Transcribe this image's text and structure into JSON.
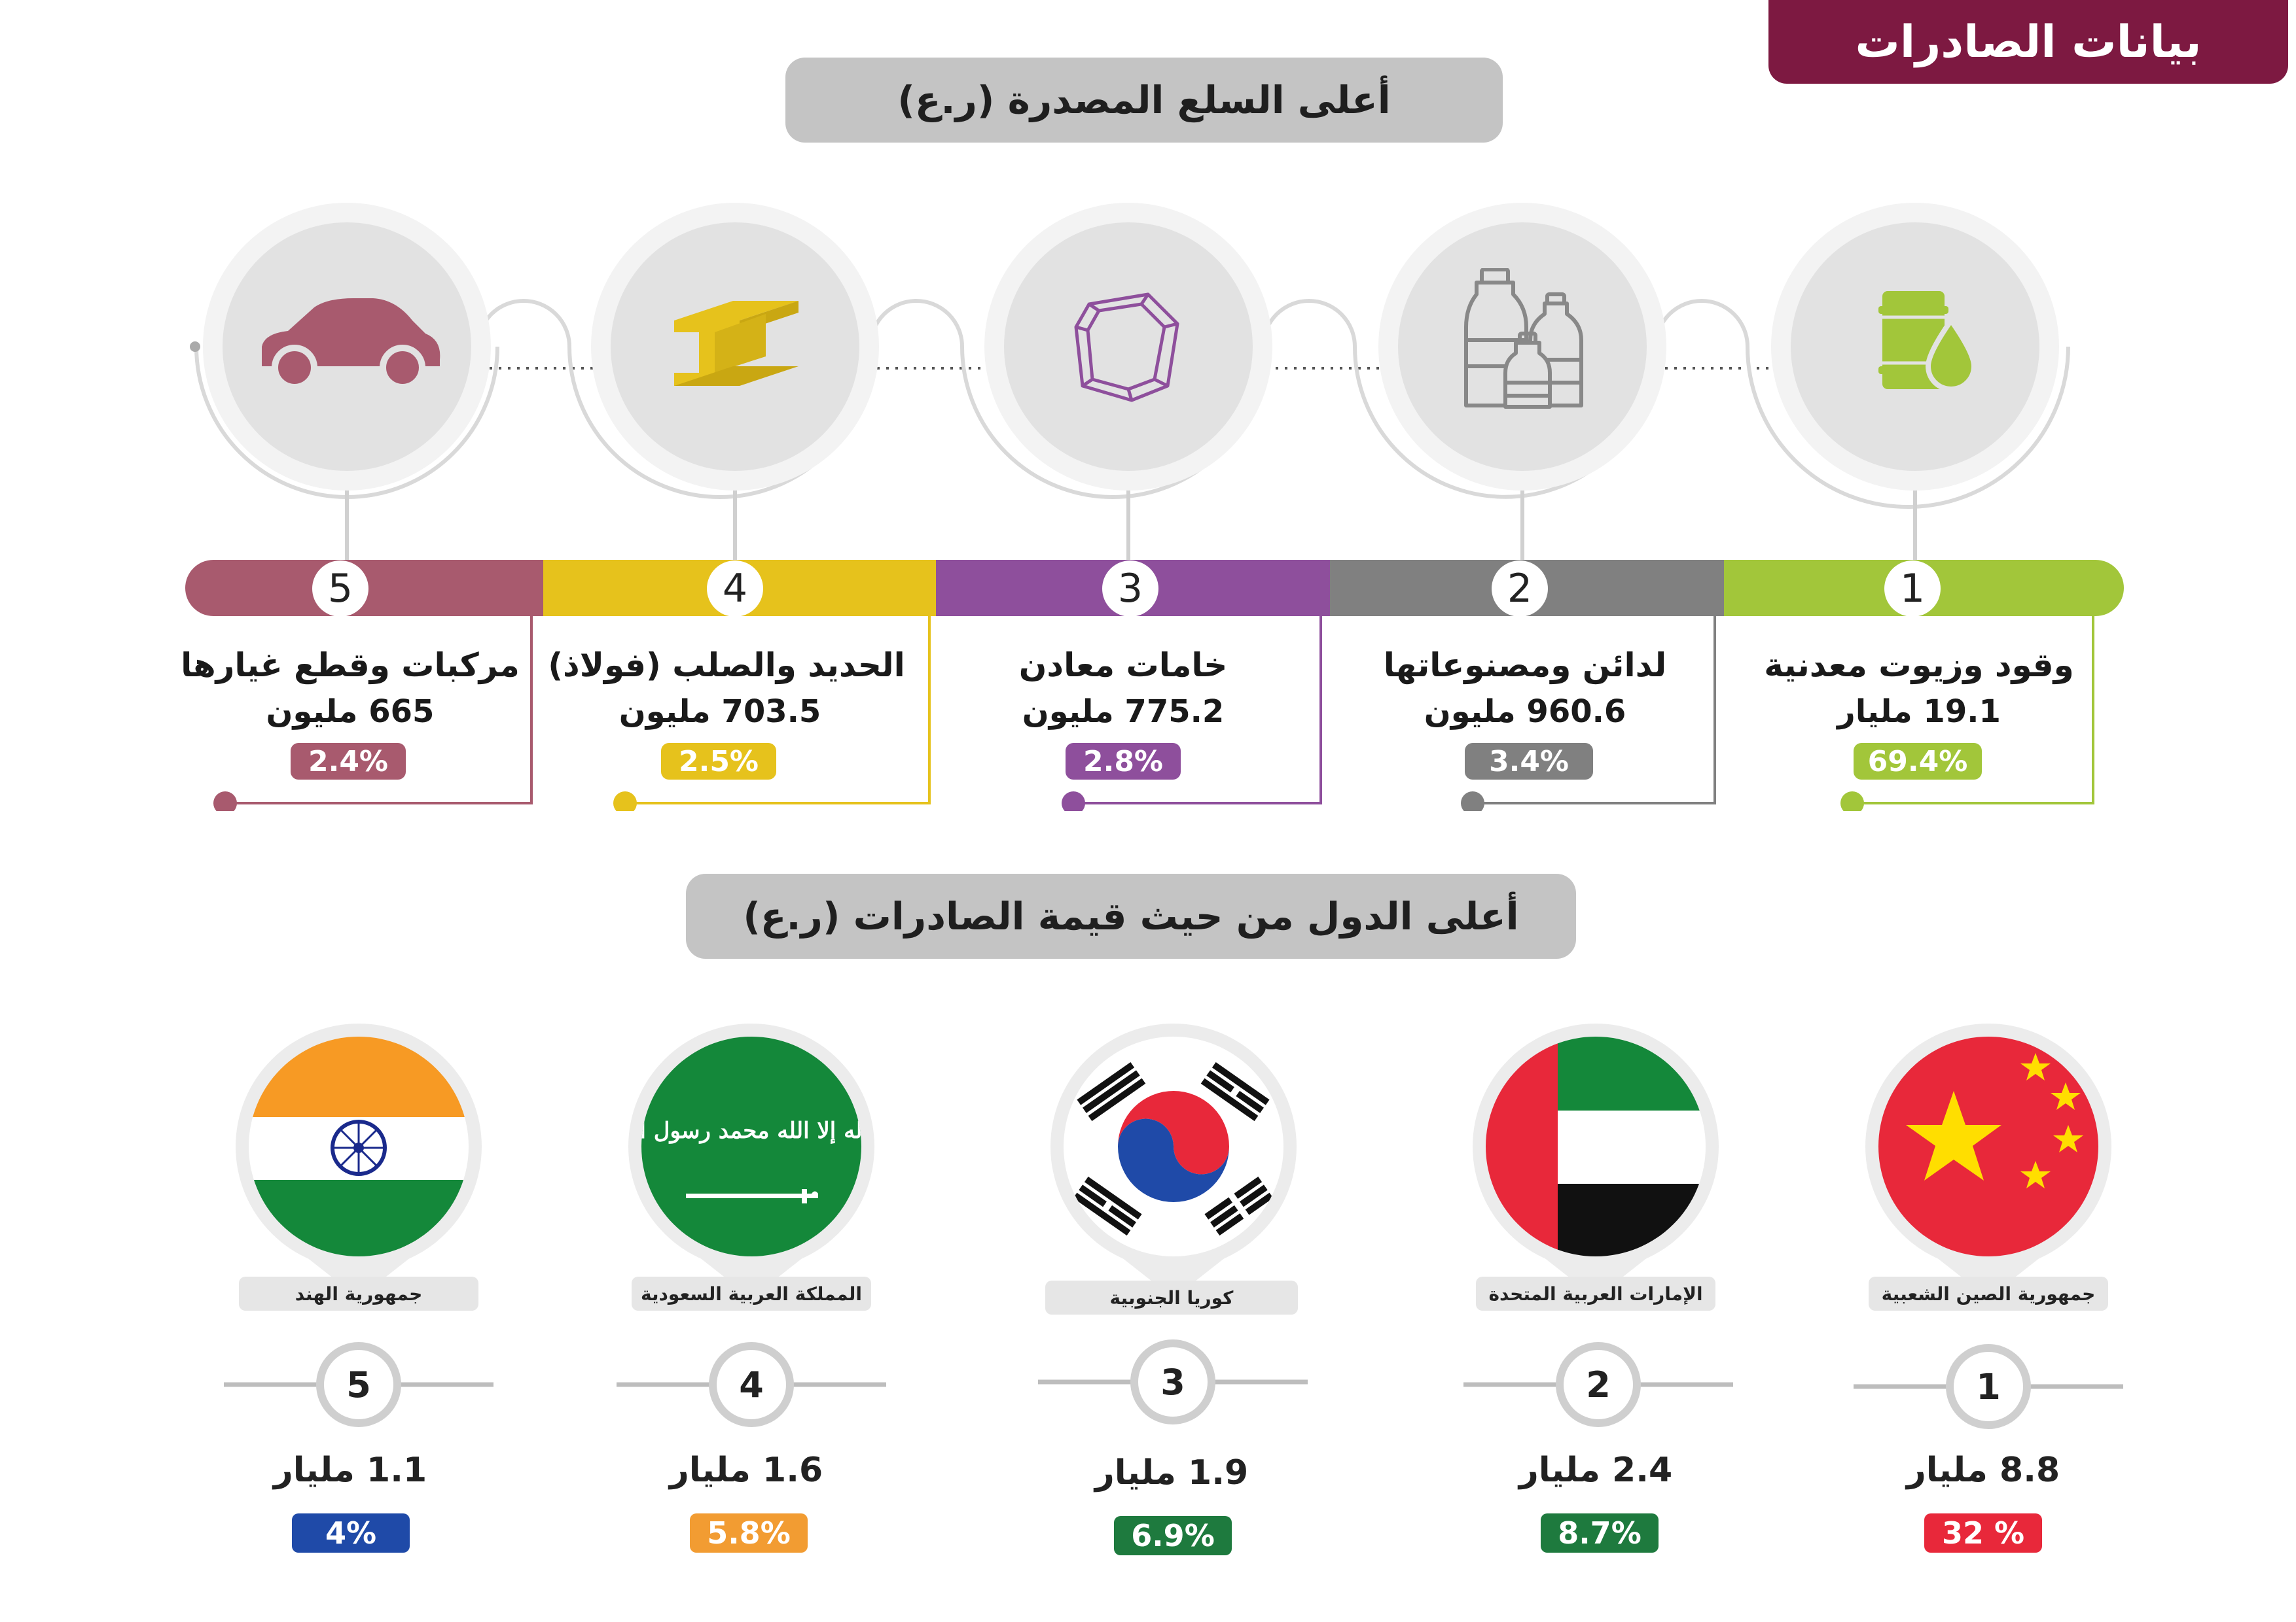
{
  "page": {
    "title": "بيانات الصادرات",
    "commodities_title": "أعلى السلع المصدرة (ر.ع)",
    "countries_title": "أعلى الدول من حيث قيمة الصادرات (ر.ع)"
  },
  "commodities": [
    {
      "rank": "1",
      "name": "وقود وزيوت معدنية",
      "value": "19.1 مليار",
      "share": "69.4%",
      "color": "#a2c63a",
      "icon": "oil-barrel-icon"
    },
    {
      "rank": "2",
      "name": "لدائن ومصنوعاتها",
      "value": "960.6 مليون",
      "share": "3.4%",
      "color": "#808080",
      "icon": "plastic-bottles-icon"
    },
    {
      "rank": "3",
      "name": "خامات معادن",
      "value": "775.2 مليون",
      "share": "2.8%",
      "color": "#8e4f9c",
      "icon": "mineral-ore-icon"
    },
    {
      "rank": "4",
      "name": "الحديد والصلب (فولاذ)",
      "value": "703.5 مليون",
      "share": "2.5%",
      "color": "#e6c21c",
      "icon": "steel-beam-icon"
    },
    {
      "rank": "5",
      "name": "مركبات وقطع غيارها",
      "value": "665 مليون",
      "share": "2.4%",
      "color": "#a85a6e",
      "icon": "car-icon"
    }
  ],
  "countries": [
    {
      "rank": "1",
      "name": "جمهورية الصين الشعبية",
      "value": "8.8 مليار",
      "share": "32 %",
      "color": "#e8283a",
      "flag": "china-flag-icon"
    },
    {
      "rank": "2",
      "name": "الإمارات العربية المتحدة",
      "value": "2.4 مليار",
      "share": "8.7%",
      "color": "#1e7a3e",
      "flag": "uae-flag-icon"
    },
    {
      "rank": "3",
      "name": "كوريا الجنوبية",
      "value": "1.9 مليار",
      "share": "6.9%",
      "color": "#1e7a3e",
      "flag": "south-korea-flag-icon"
    },
    {
      "rank": "4",
      "name": "المملكة العربية السعودية",
      "value": "1.6 مليار",
      "share": "5.8%",
      "color": "#f29c32",
      "flag": "saudi-flag-icon",
      "flag_text": "لا إله إلا الله محمد رسول الله"
    },
    {
      "rank": "5",
      "name": "جمهورية الهند",
      "value": "1.1 مليار",
      "share": "4%",
      "color": "#1f4aa8",
      "flag": "india-flag-icon"
    }
  ]
}
